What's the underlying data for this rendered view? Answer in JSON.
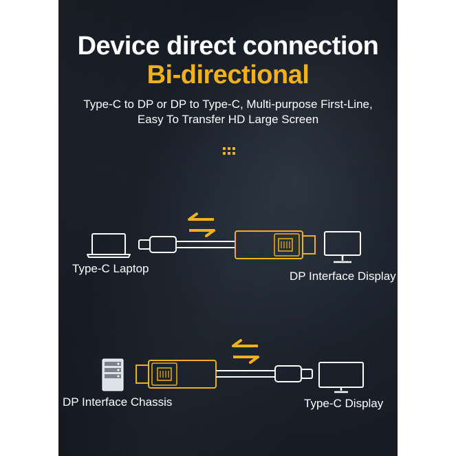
{
  "heading": {
    "title": "Device direct connection",
    "subtitle": "Bi-directional",
    "description_line1": "Type-C to DP or DP to Type-C, Multi-purpose First-Line,",
    "description_line2": "Easy To Transfer HD Large Screen"
  },
  "diagram1": {
    "source_label": "Type-C Laptop",
    "target_label": "DP Interface Display"
  },
  "diagram2": {
    "source_label": "DP Interface Chassis",
    "target_label": "Type-C Display"
  },
  "colors": {
    "accent": "#f1b11e",
    "background": "#1a212b",
    "line": "#ffffff"
  }
}
